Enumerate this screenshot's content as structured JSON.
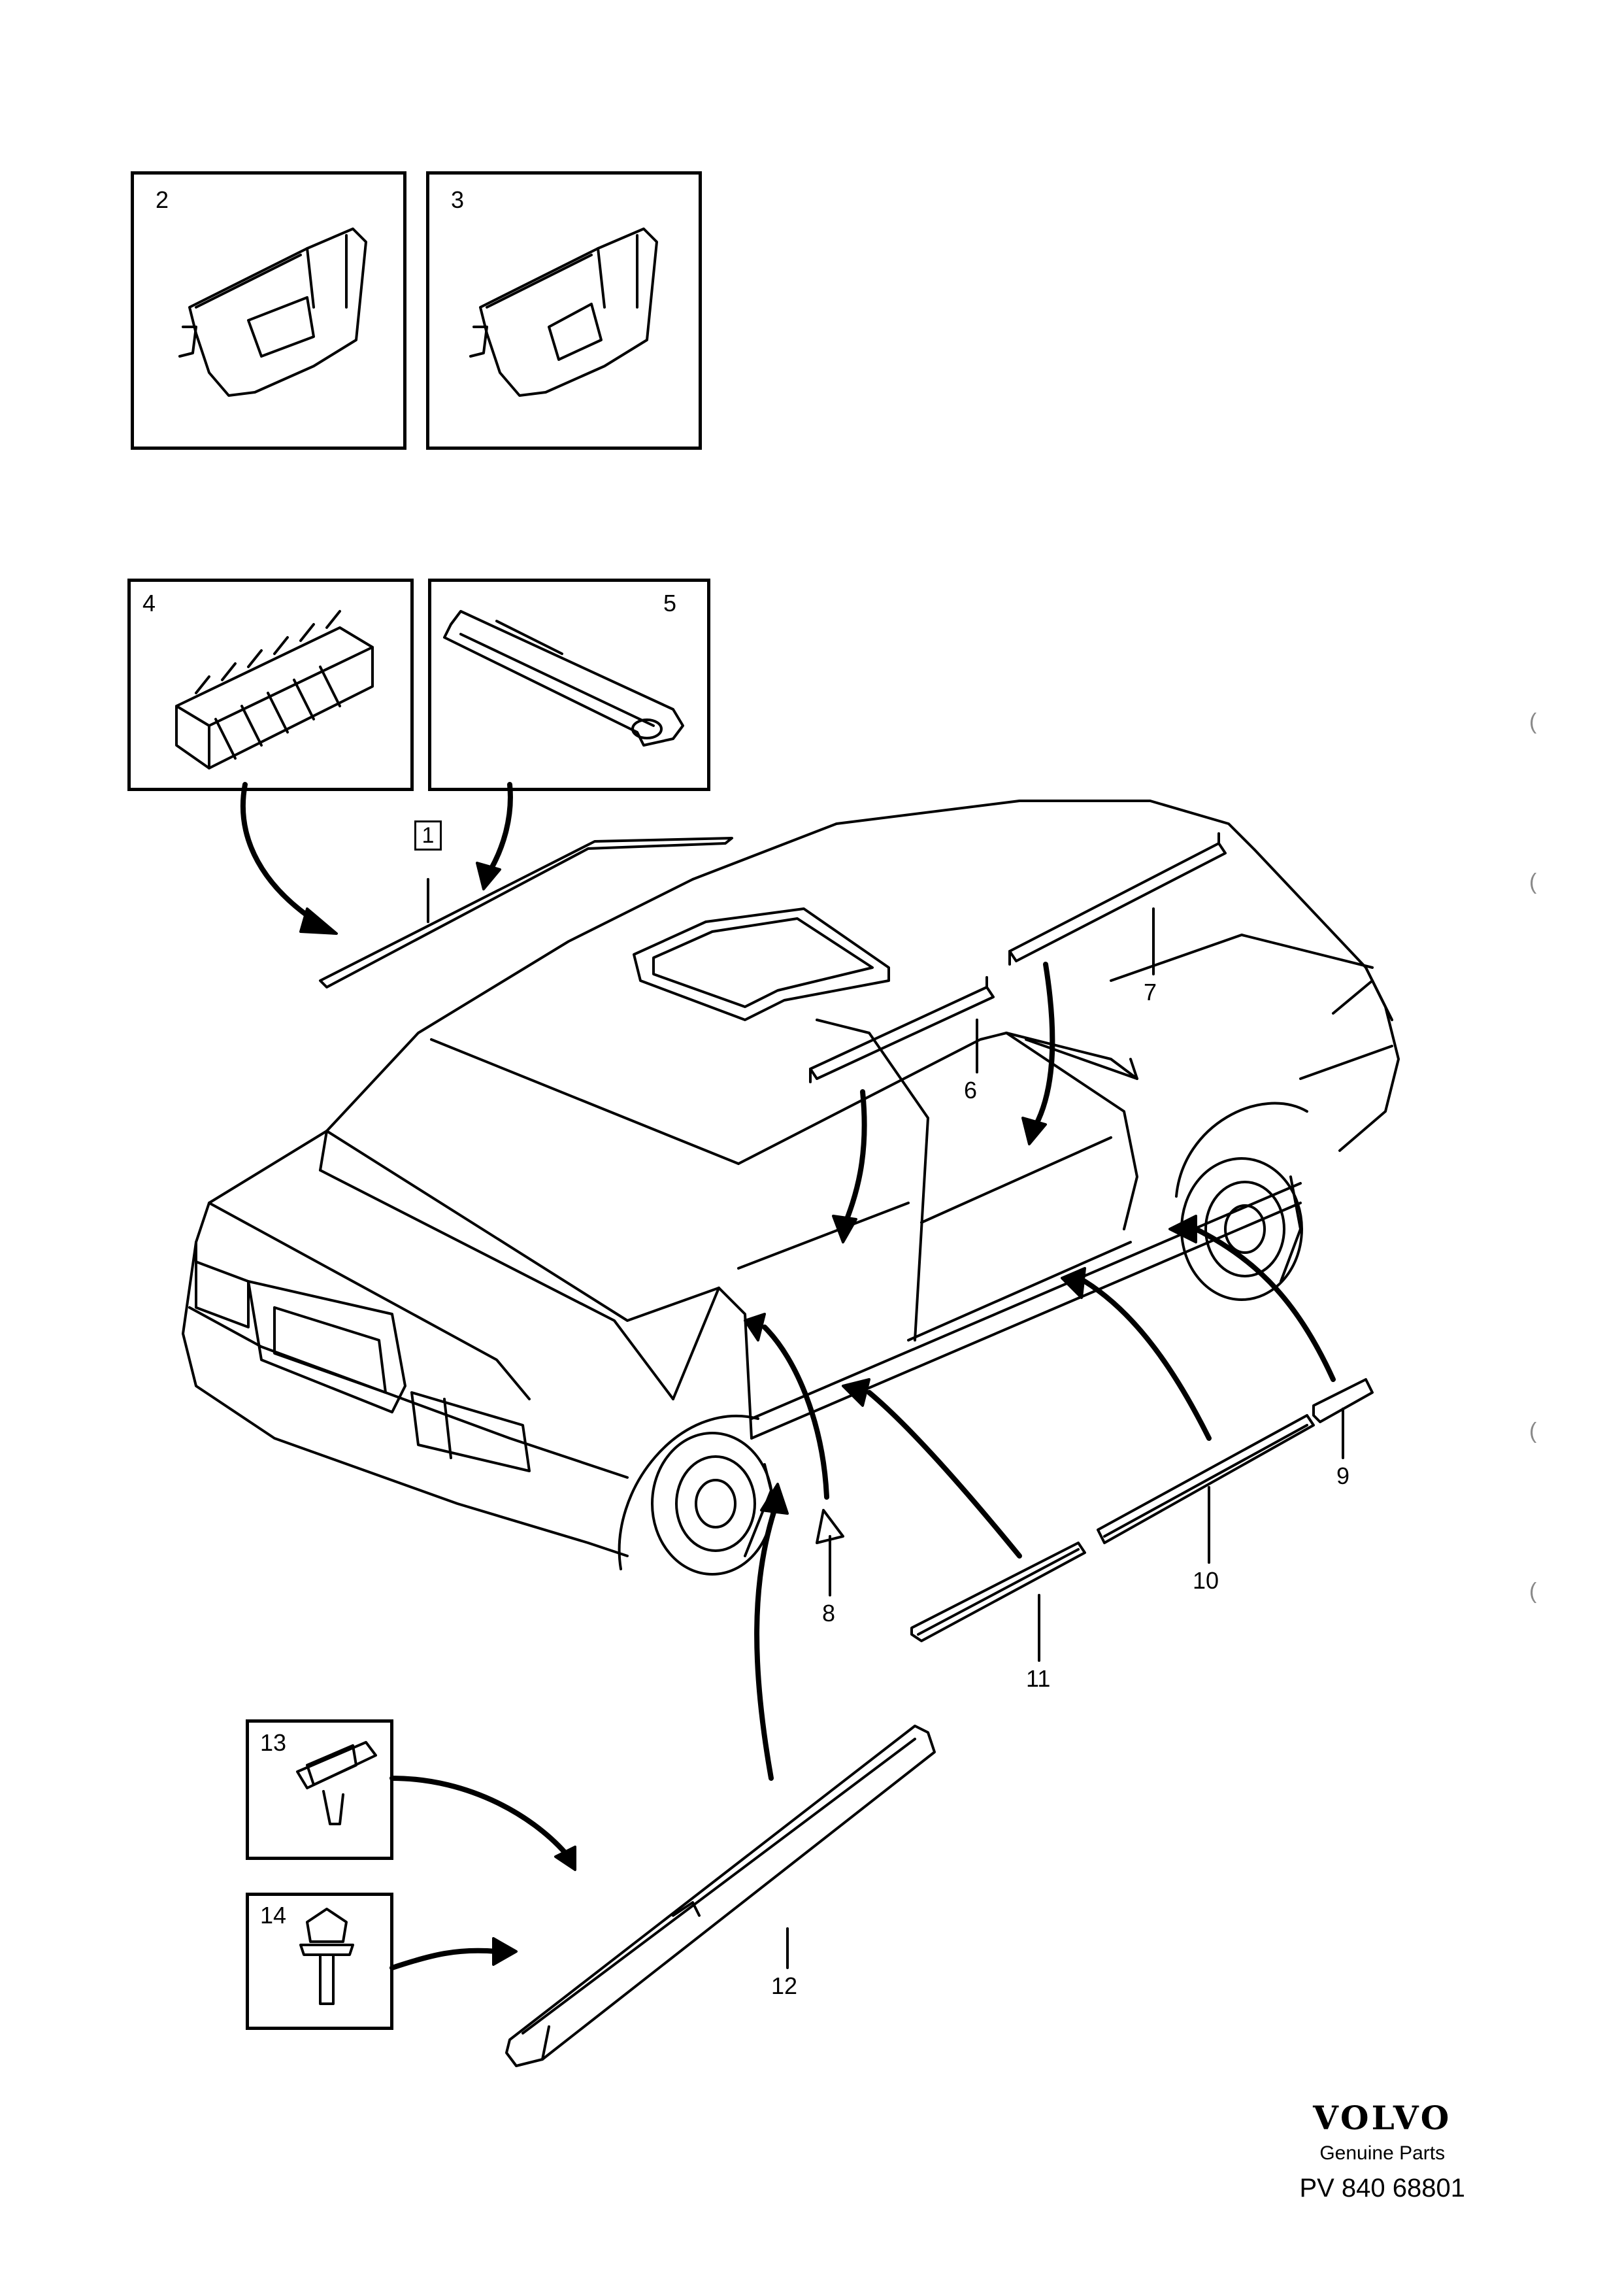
{
  "diagram": {
    "callouts": [
      "1",
      "2",
      "3",
      "4",
      "5",
      "6",
      "7",
      "8",
      "9",
      "10",
      "11",
      "12",
      "13",
      "14"
    ]
  },
  "footer": {
    "brand": "VOLVO",
    "subtitle": "Genuine Parts",
    "reference": "PV 840 68801"
  },
  "colors": {
    "line": "#000000",
    "background": "#ffffff"
  }
}
